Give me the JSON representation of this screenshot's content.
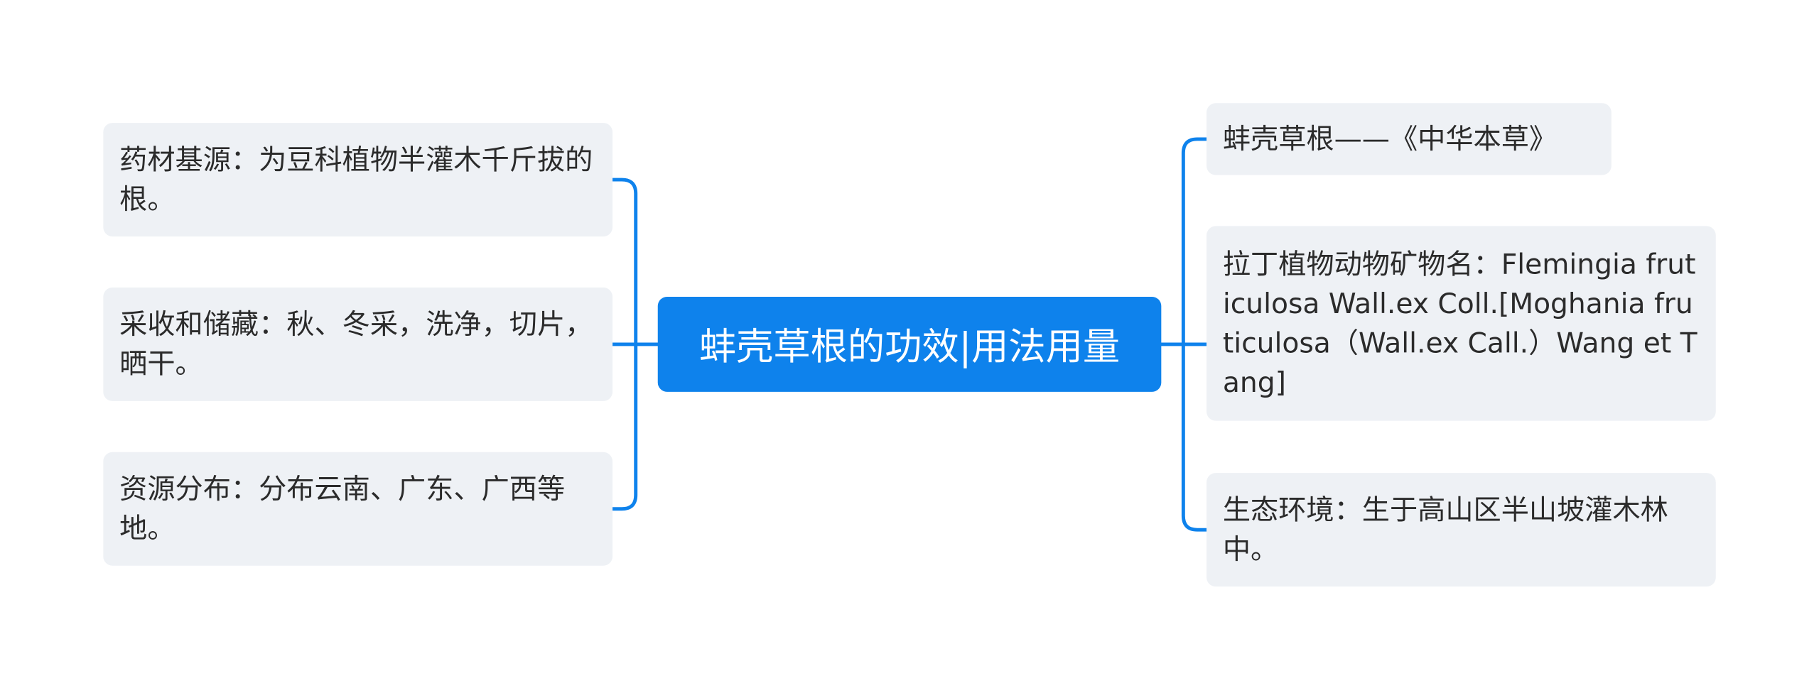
{
  "center": {
    "title": "蚌壳草根的功效|用法用量"
  },
  "left": [
    {
      "text": "药材基源：为豆科植物半灌木千斤拔的根。"
    },
    {
      "text": "采收和储藏：秋、冬采，洗净，切片，晒干。"
    },
    {
      "text": "资源分布：分布云南、广东、广西等地。"
    }
  ],
  "right": [
    {
      "text": "蚌壳草根——《中华本草》"
    },
    {
      "text": "拉丁植物动物矿物名：Flemingia fruticulosa Wall.ex Coll.[Moghania fruticulosa（Wall.ex Call.）Wang et Tang]"
    },
    {
      "text": "生态环境：生于高山区半山坡灌木林中。"
    }
  ],
  "colors": {
    "connector": "#0e82ec",
    "center_bg": "#0e82ec",
    "node_bg": "#eef1f5",
    "text": "#2b2b2b"
  }
}
